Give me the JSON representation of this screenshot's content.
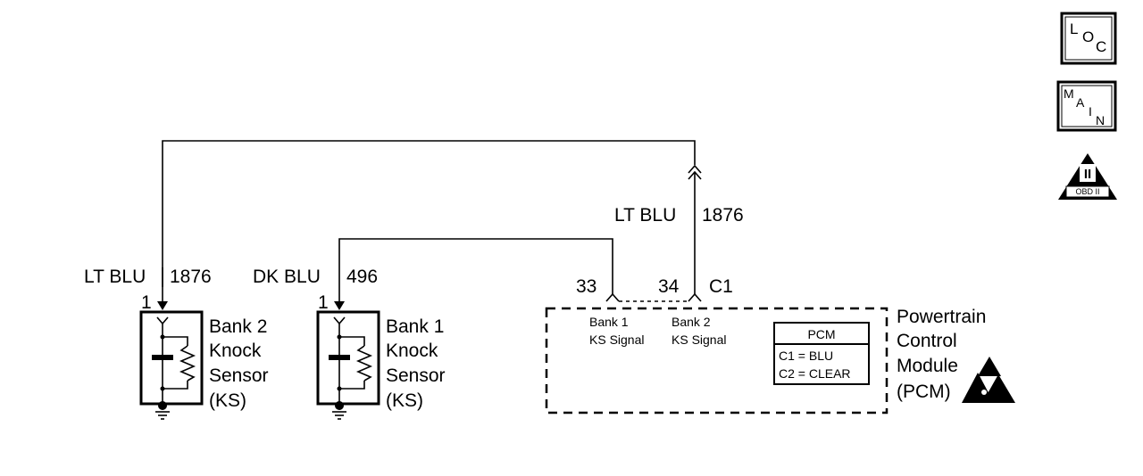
{
  "wires": {
    "bank2_color": "LT BLU",
    "bank2_circuit": "1876",
    "bank1_color": "DK BLU",
    "bank1_circuit": "496",
    "upper_color": "LT BLU",
    "upper_circuit": "1876"
  },
  "sensors": {
    "bank2": {
      "pin": "1",
      "line1": "Bank 2",
      "line2": "Knock",
      "line3": "Sensor",
      "line4": "(KS)"
    },
    "bank1": {
      "pin": "1",
      "line1": "Bank 1",
      "line2": "Knock",
      "line3": "Sensor",
      "line4": "(KS)"
    }
  },
  "pcm": {
    "pin_33": "33",
    "pin_34": "34",
    "connector": "C1",
    "pin33_label_1": "Bank 1",
    "pin33_label_2": "KS Signal",
    "pin34_label_1": "Bank 2",
    "pin34_label_2": "KS Signal",
    "name_1": "Powertrain",
    "name_2": "Control",
    "name_3": "Module",
    "name_4": "(PCM)",
    "legend_title": "PCM",
    "legend_c1": "C1 = BLU",
    "legend_c2": "C2 = CLEAR"
  },
  "icons": {
    "loc_letters": [
      "L",
      "O",
      "C"
    ],
    "main_letters": [
      "M",
      "A",
      "I",
      "N"
    ],
    "obd_numeral": "II",
    "obd_text": "OBD II"
  }
}
